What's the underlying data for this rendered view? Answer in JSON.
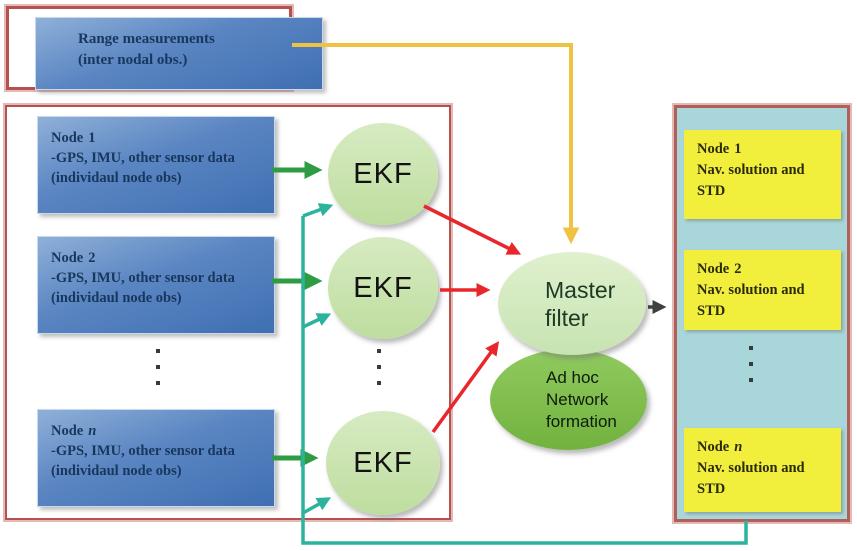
{
  "diagram": {
    "title_semantic": "Federated EKF multi-node navigation filter architecture",
    "dot": ".",
    "range_box": {
      "line1": "Range measurements",
      "line2": "(inter nodal obs.)"
    },
    "left_panel": {
      "nodes": [
        {
          "label": "Node",
          "num": "1",
          "line2": "-GPS, IMU, other sensor data",
          "line3": "(individaul node obs)"
        },
        {
          "label": "Node",
          "num": "2",
          "line2": "-GPS, IMU, other sensor data",
          "line3": "(individaul node obs)"
        },
        {
          "label": "Node",
          "num": "n",
          "line2": "-GPS, IMU, other sensor data",
          "line3": "(individaul node obs)"
        }
      ]
    },
    "ekf": {
      "label": "EKF"
    },
    "master_filter": {
      "line1": "Master",
      "line2": "filter"
    },
    "adhoc": {
      "line1": "Ad hoc",
      "line2": "Network",
      "line3": "formation"
    },
    "output_panel": {
      "nodes": [
        {
          "label": "Node",
          "num": "1",
          "line2": "Nav. solution and",
          "line3": "STD"
        },
        {
          "label": "Node",
          "num": "2",
          "line2": "Nav. solution and",
          "line3": "STD"
        },
        {
          "label": "Node",
          "num": "n",
          "line2": "Nav. solution and",
          "line3": "STD"
        }
      ]
    },
    "colors": {
      "red_frame_border": "#b5524e",
      "blue_box_fill": "#5a85c2",
      "blue_box_text": "#17375d",
      "yellow_box_fill": "#f2ef3c",
      "output_panel_fill": "#a9d6da",
      "ekf_fill": "#c9e3ad",
      "master_fill": "#d3e9c0",
      "adhoc_fill": "#80c14e",
      "arrow_green": "#2e9c44",
      "arrow_teal": "#2cb39e",
      "arrow_red": "#e8262b",
      "arrow_orange": "#f0c243",
      "arrow_black": "#404040"
    }
  }
}
